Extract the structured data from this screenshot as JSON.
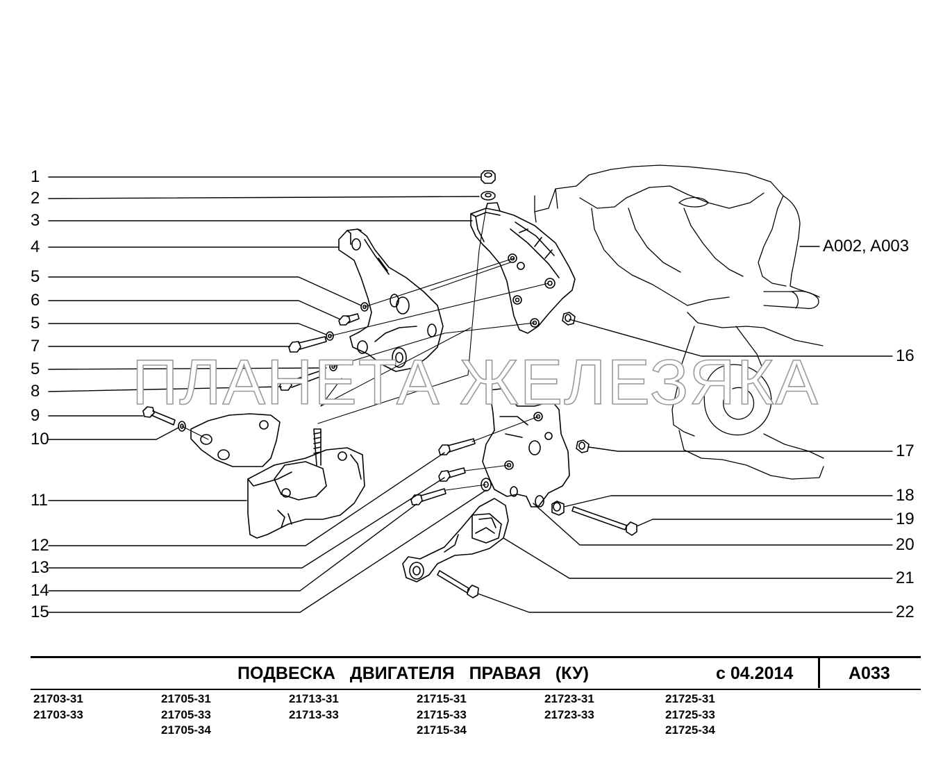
{
  "callouts_left": [
    "1",
    "2",
    "3",
    "4",
    "5",
    "6",
    "5",
    "7",
    "5",
    "8",
    "9",
    "10",
    "11",
    "12",
    "13",
    "14",
    "15"
  ],
  "callouts_right": [
    "16",
    "17",
    "18",
    "19",
    "20",
    "21",
    "22"
  ],
  "reference": "A002, A003",
  "watermark": "ПЛАНЕТА ЖЕЛЕЗЯКА",
  "title_block": {
    "title": "ПОДВЕСКА ДВИГАТЕЛЯ ПРАВАЯ (КУ)",
    "date": "с 04.2014",
    "code": "A033"
  },
  "models": [
    [
      "21703-31",
      "21703-33"
    ],
    [
      "21705-31",
      "21705-33",
      "21705-34"
    ],
    [
      "21713-31",
      "21713-33"
    ],
    [
      "21715-31",
      "21715-33",
      "21715-34"
    ],
    [
      "21723-31",
      "21723-33"
    ],
    [
      "21725-31",
      "21725-33",
      "21725-34"
    ]
  ]
}
